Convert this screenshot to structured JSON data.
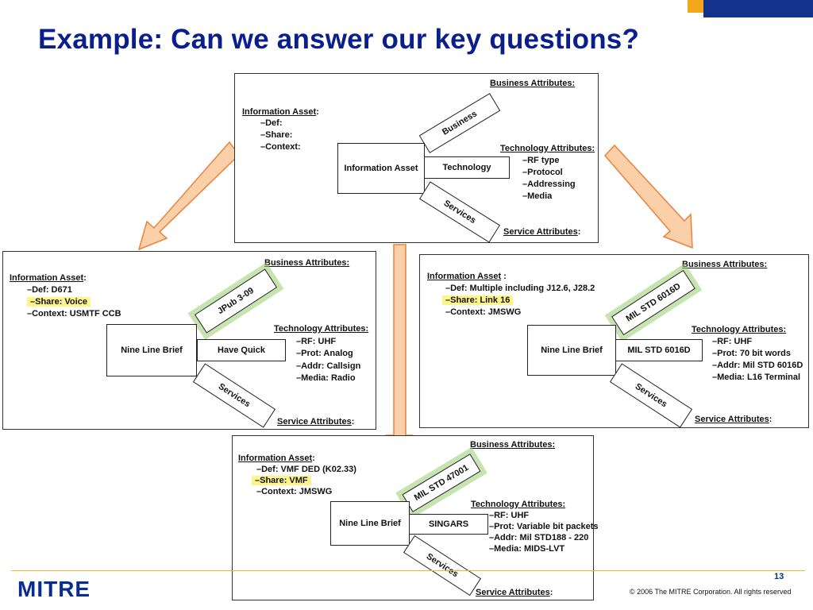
{
  "slide": {
    "title": "Example:  Can we answer our key questions?",
    "logo": "MITRE",
    "page_number": "13",
    "copyright": "© 2006 The MITRE Corporation. All rights reserved"
  },
  "colors": {
    "title": "#0a1e8c",
    "arrow_fill": "#fbd0a8",
    "arrow_stroke": "#e8823c",
    "highlight": "#fff48a",
    "green_glow": "#96cd6e"
  },
  "panels": {
    "top": {
      "info_asset_label": "Information Asset",
      "info_asset_colon": ":",
      "def": "–Def:",
      "share": "–Share:",
      "context": "–Context:",
      "center_box": "Information Asset",
      "business_tag": "Business",
      "tech_box": "Technology",
      "services_tag": "Services",
      "business_attr": "Business Attributes:",
      "tech_attr": "Technology Attributes:",
      "tech_items": [
        "–RF type",
        "–Protocol",
        "–Addressing",
        "–Media"
      ],
      "service_attr": "Service Attributes",
      "service_colon": ":"
    },
    "left": {
      "info_asset_label": "Information Asset",
      "info_asset_colon": ":",
      "def": "–Def: D671",
      "share": "–Share: Voice",
      "context": "–Context: USMTF CCB",
      "center_box": "Nine Line Brief",
      "business_tag": "JPub 3-09",
      "tech_box": "Have Quick",
      "services_tag": "Services",
      "business_attr": "Business  Attributes:",
      "tech_attr": "Technology Attributes:",
      "tech_items": [
        "–RF: UHF",
        "–Prot: Analog",
        "–Addr: Callsign",
        "–Media: Radio"
      ],
      "service_attr": "Service Attributes",
      "service_colon": ":"
    },
    "right": {
      "info_asset_label": "Information Asset",
      "info_asset_colon": " :",
      "def": "–Def: Multiple including J12.6, J28.2",
      "share": "–Share: Link 16",
      "context": "–Context: JMSWG",
      "center_box": "Nine Line Brief",
      "business_tag": "MIL STD 6016D",
      "tech_box": "MIL STD 6016D",
      "services_tag": "Services",
      "business_attr": "Business  Attributes:",
      "tech_attr": "Technology Attributes:",
      "tech_items": [
        "–RF: UHF",
        "–Prot: 70 bit words",
        "–Addr: Mil STD 6016D",
        "–Media: L16 Terminal"
      ],
      "service_attr": "Service Attributes",
      "service_colon": ":"
    },
    "bottom": {
      "info_asset_label": "Information Asset",
      "info_asset_colon": ":",
      "def": "–Def: VMF DED (K02.33)",
      "share": "–Share: VMF",
      "context": "–Context: JMSWG",
      "center_box": "Nine Line Brief",
      "business_tag": "MIL STD 47001",
      "tech_box": "SINGARS",
      "services_tag": "Services",
      "business_attr": "Business  Attributes:",
      "tech_attr": "Technology Attributes:",
      "tech_items": [
        "–RF: UHF",
        "–Prot: Variable bit packets",
        "–Addr: Mil STD188 - 220",
        "–Media:  MIDS-LVT"
      ],
      "service_attr": "Service Attributes",
      "service_colon": ":"
    }
  }
}
